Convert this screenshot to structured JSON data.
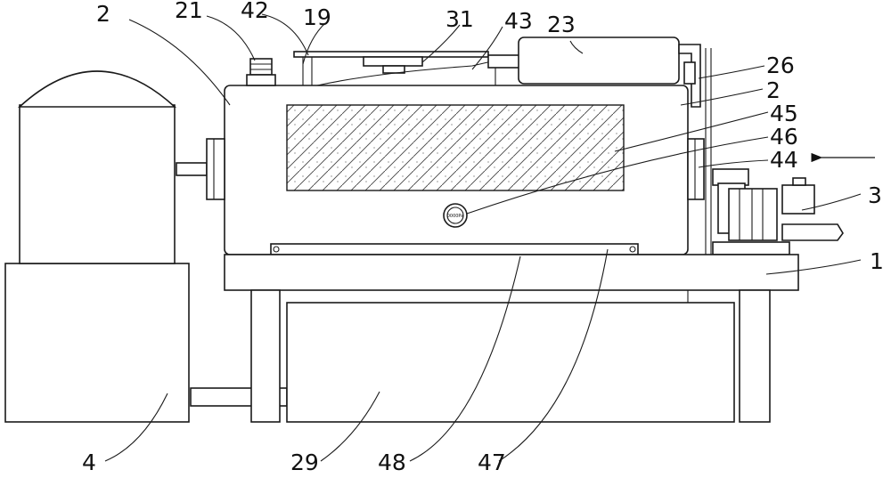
{
  "figure": {
    "reference_numerals": {
      "n2_left": "2",
      "n21": "21",
      "n42": "42",
      "n19": "19",
      "n31": "31",
      "n43": "43",
      "n23": "23",
      "n26": "26",
      "n2_right": "2",
      "n45": "45",
      "n46": "46",
      "n44": "44",
      "n3": "3",
      "n1": "1",
      "n4": "4",
      "n29": "29",
      "n48": "48",
      "n47": "47"
    },
    "gauge_label": "0000Pa",
    "direction_arrow": "left"
  }
}
